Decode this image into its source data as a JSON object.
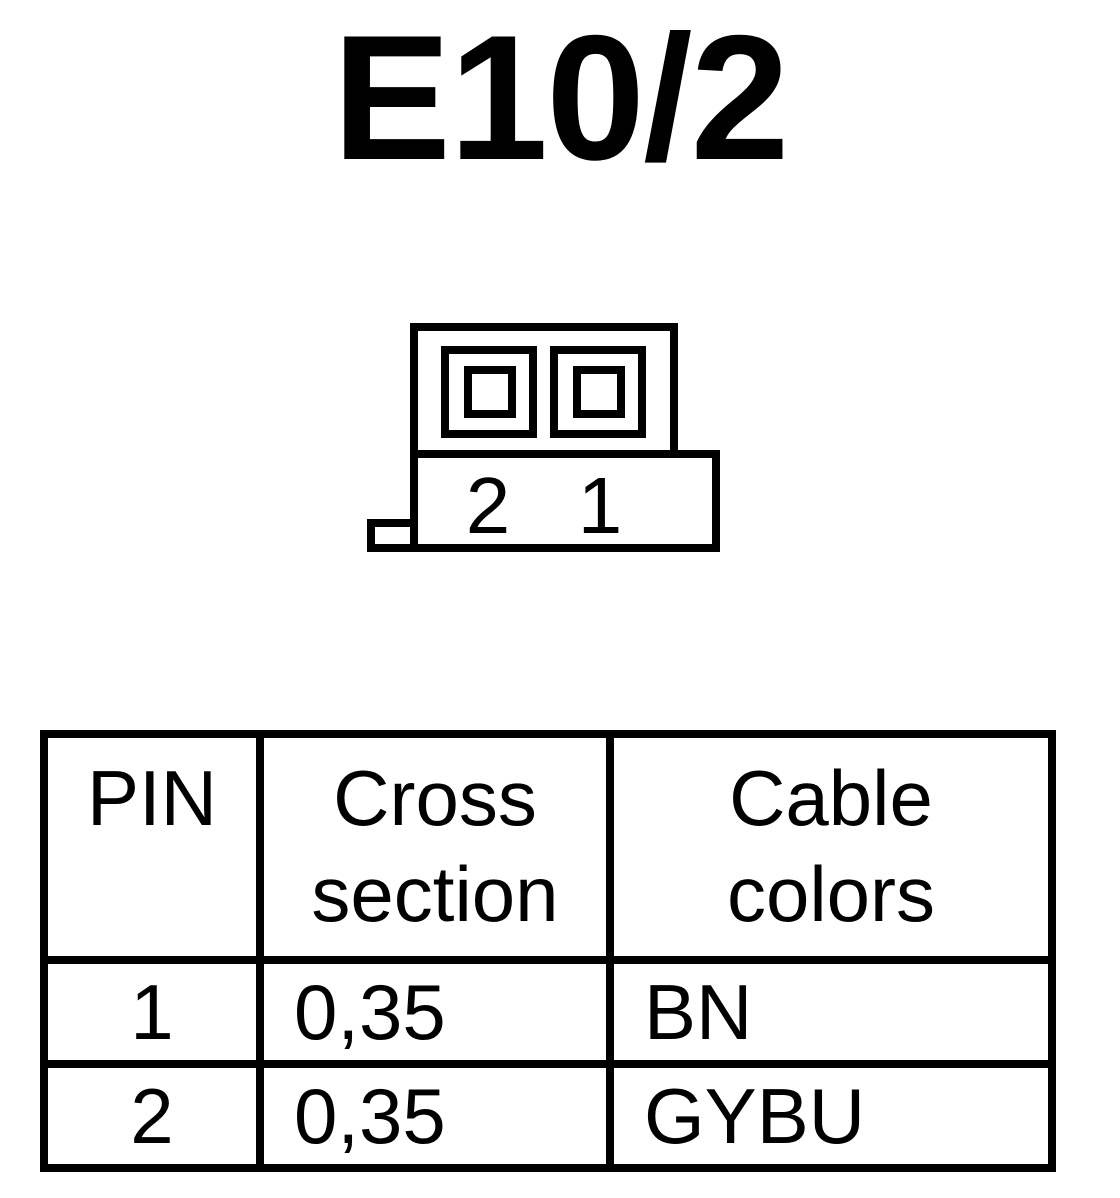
{
  "title": "E10/2",
  "connector": {
    "pin_labels": [
      "2",
      "1"
    ]
  },
  "table": {
    "headers": {
      "pin": "PIN",
      "cross_line1": "Cross",
      "cross_line2": "section",
      "color_line1": "Cable",
      "color_line2": "colors"
    },
    "rows": [
      {
        "pin": "1",
        "cross": "0,35",
        "color": "BN"
      },
      {
        "pin": "2",
        "cross": "0,35",
        "color": "GYBU"
      }
    ]
  }
}
